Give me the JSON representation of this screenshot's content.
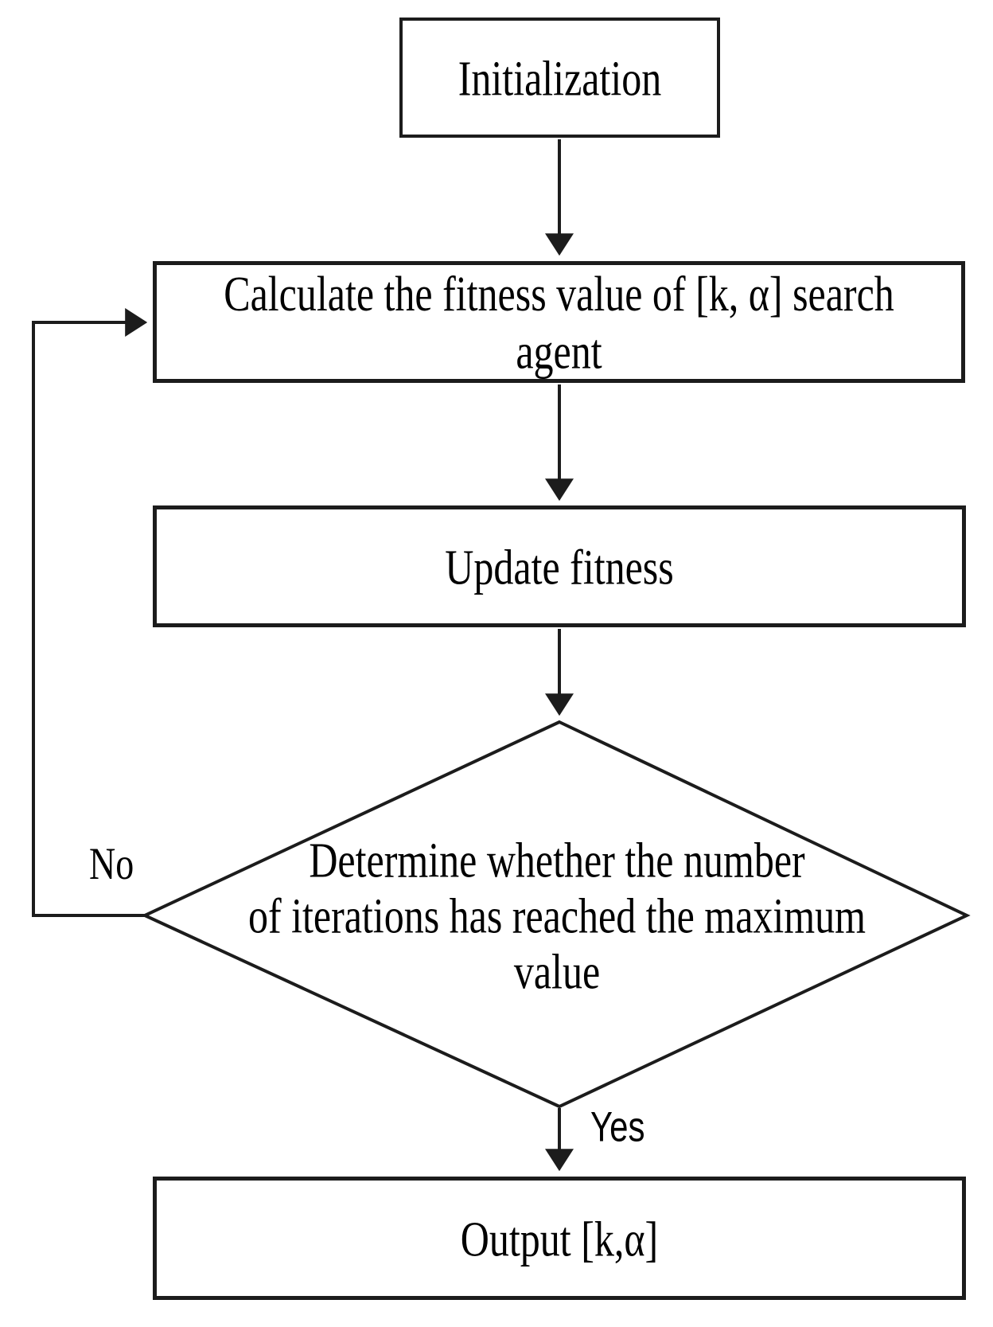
{
  "diagram": {
    "background_color": "#ffffff",
    "line_color": "#1c1c1c",
    "text_color": "#000000",
    "nodes": {
      "initialization": {
        "label": "Initialization"
      },
      "calculate_fitness": {
        "lines": [
          "Calculate the fitness value of [k, α] search",
          "agent"
        ]
      },
      "update_fitness": {
        "label": "Update fitness"
      },
      "iteration_decision": {
        "lines": [
          "Determine whether the number",
          "of iterations has reached the maximum",
          "value"
        ]
      },
      "output": {
        "label": "Output [k,α]"
      }
    },
    "edge_labels": {
      "no": "No",
      "yes": "Yes"
    }
  }
}
